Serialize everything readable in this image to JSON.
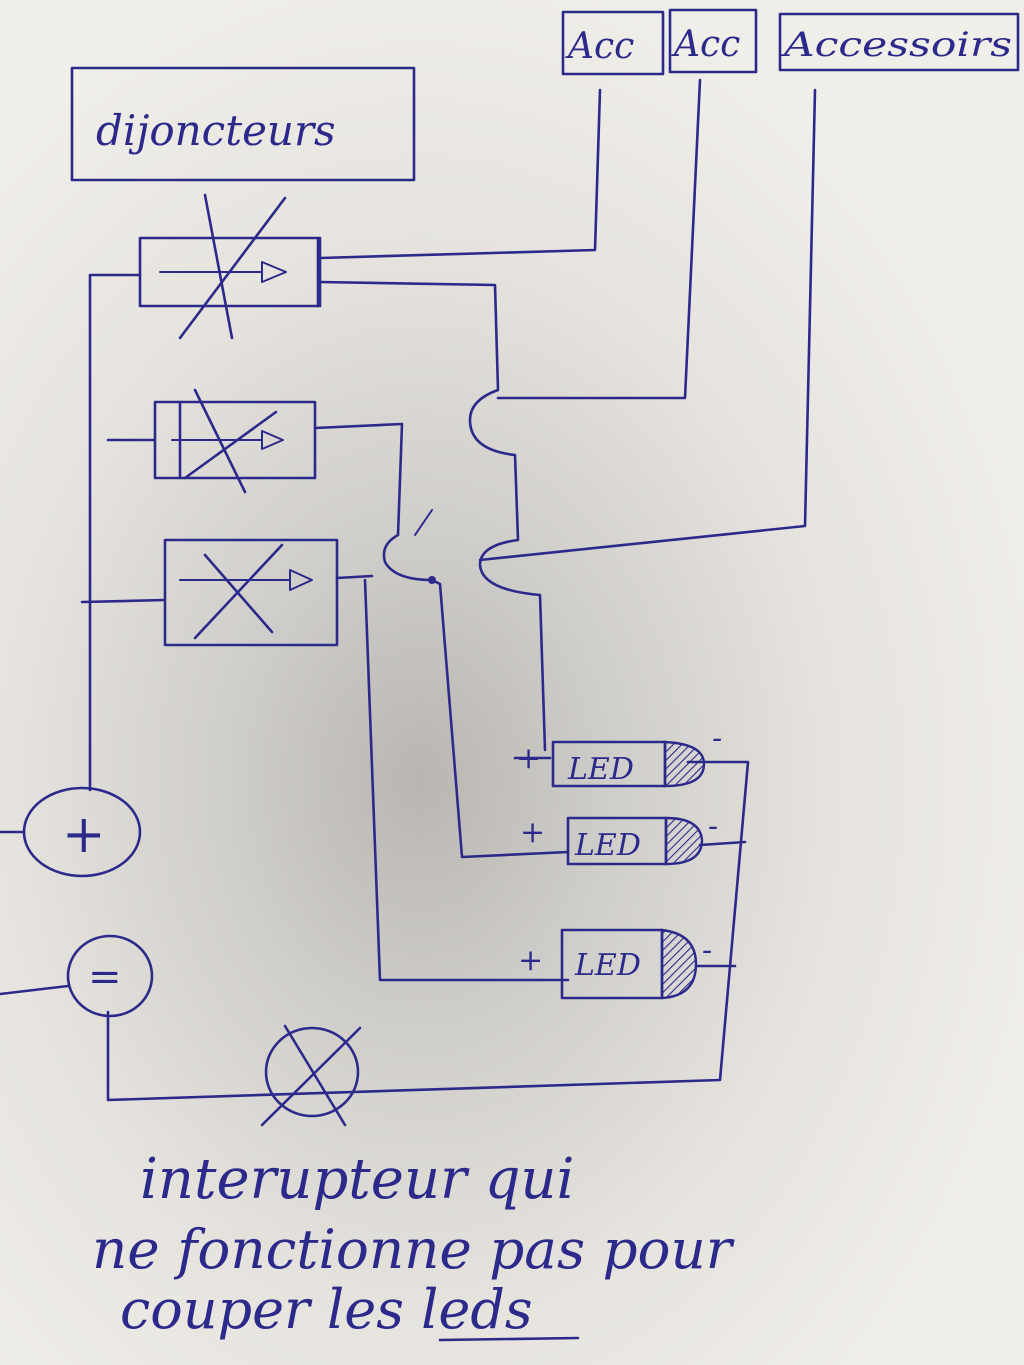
{
  "labels": {
    "breakers": "dijoncteurs",
    "acc_1": "Acc",
    "acc_2": "Acc",
    "accessories": "Accessoirs",
    "led_1": "LED",
    "led_2": "LED",
    "led_3": "LED",
    "plus_sign": "+",
    "minus_sign": "-",
    "battery_plus": "+",
    "battery_minus": "=",
    "note_line1": "interupteur qui",
    "note_line2": "ne fonctionne pas pour",
    "note_line3": "couper les leds"
  },
  "colors": {
    "ink": "#2b2a8a",
    "paper": "#efece6"
  }
}
